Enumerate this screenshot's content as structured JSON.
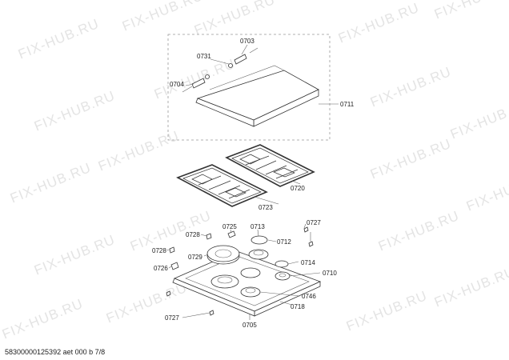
{
  "watermark": "FIX-HUB.RU",
  "document_id": "58300000125392 aet 000 b 7/8",
  "callouts": {
    "p0703": "0703",
    "p0731": "0731",
    "p0704": "0704",
    "p0711": "0711",
    "p0720": "0720",
    "p0723": "0723",
    "p0727a": "0727",
    "p0713": "0713",
    "p0725": "0725",
    "p0728a": "0728",
    "p0712": "0712",
    "p0728b": "0728",
    "p0729": "0729",
    "p0714": "0714",
    "p0726": "0726",
    "p0710": "0710",
    "p0746": "0746",
    "p0718": "0718",
    "p0727b": "0727",
    "p0705": "0705"
  },
  "colors": {
    "line": "#333333",
    "watermark": "#e4e4e4",
    "background": "#ffffff"
  }
}
